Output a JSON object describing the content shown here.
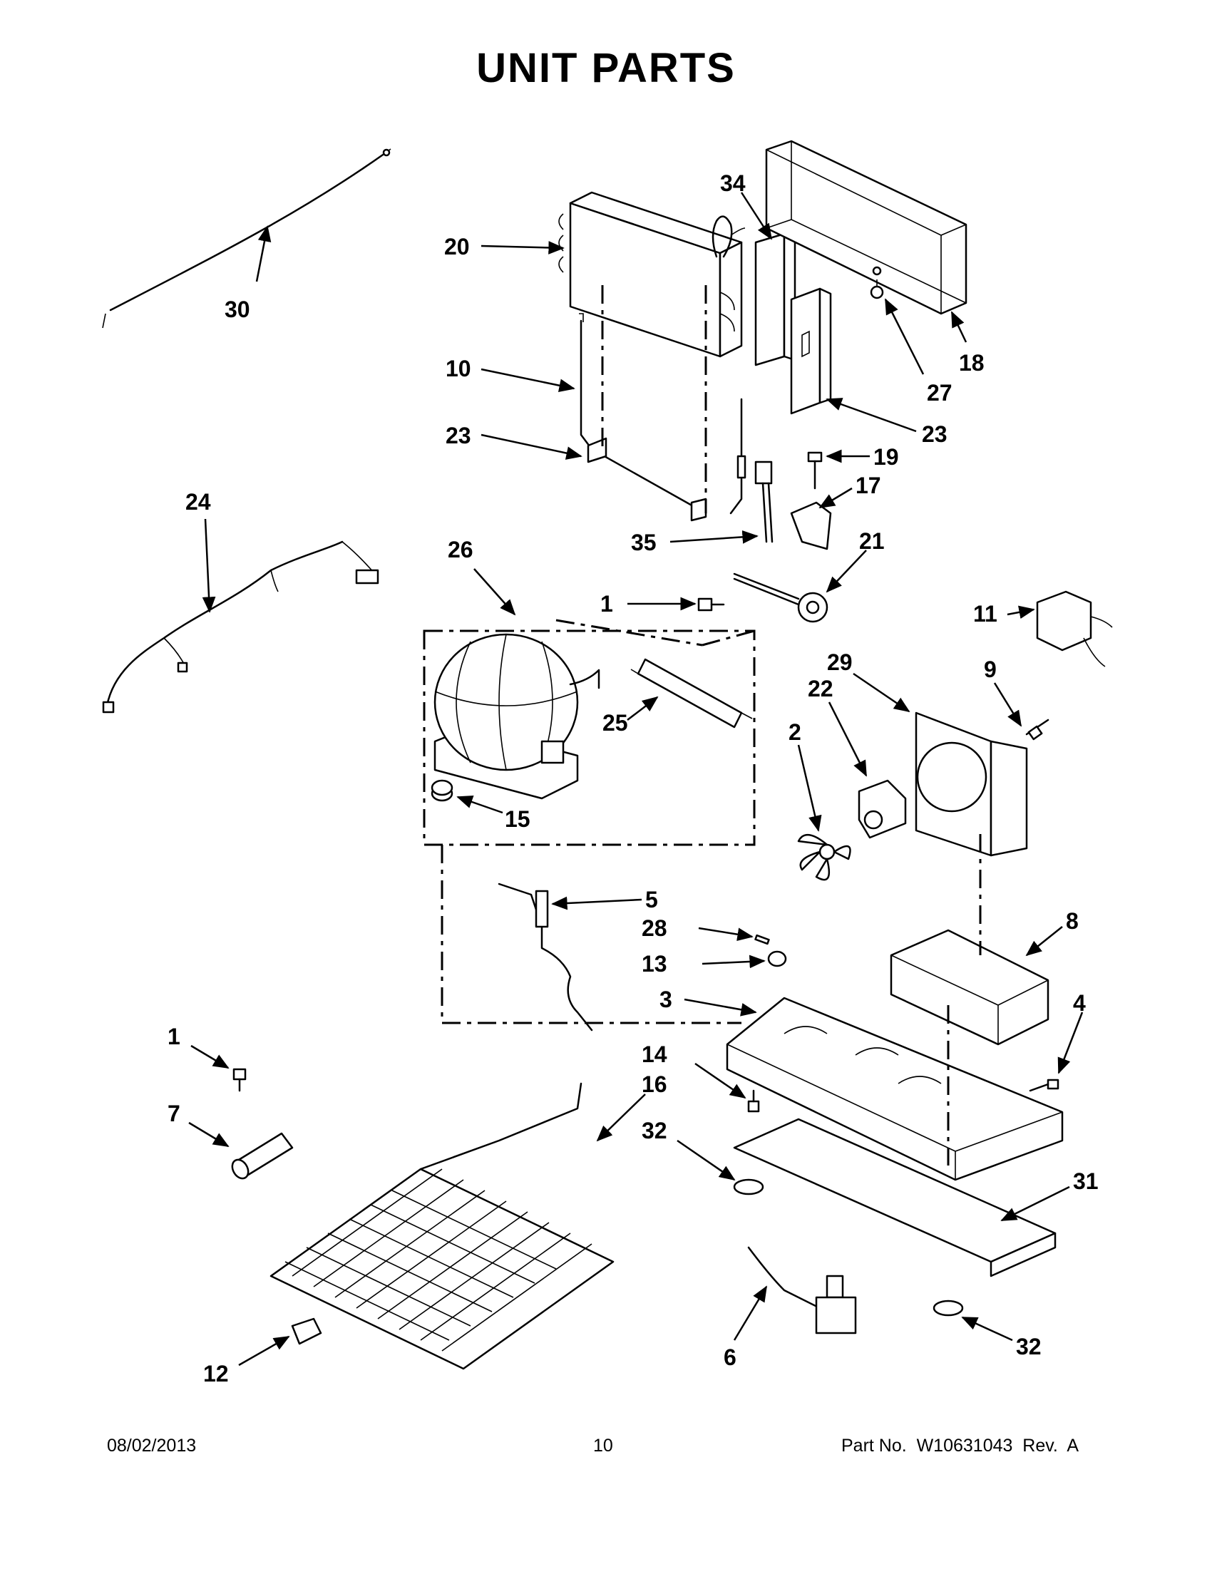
{
  "page": {
    "title": "UNIT PARTS"
  },
  "callouts": [
    "30",
    "20",
    "34",
    "18",
    "27",
    "10",
    "23",
    "23",
    "19",
    "17",
    "24",
    "26",
    "35",
    "21",
    "1",
    "11",
    "29",
    "9",
    "22",
    "2",
    "25",
    "15",
    "5",
    "28",
    "8",
    "13",
    "3",
    "4",
    "1",
    "14",
    "16",
    "7",
    "32",
    "31",
    "32",
    "6",
    "12"
  ],
  "footer": {
    "date": "08/02/2013",
    "page_number": "10",
    "part_number": "Part No.  W10631043  Rev.  A"
  }
}
